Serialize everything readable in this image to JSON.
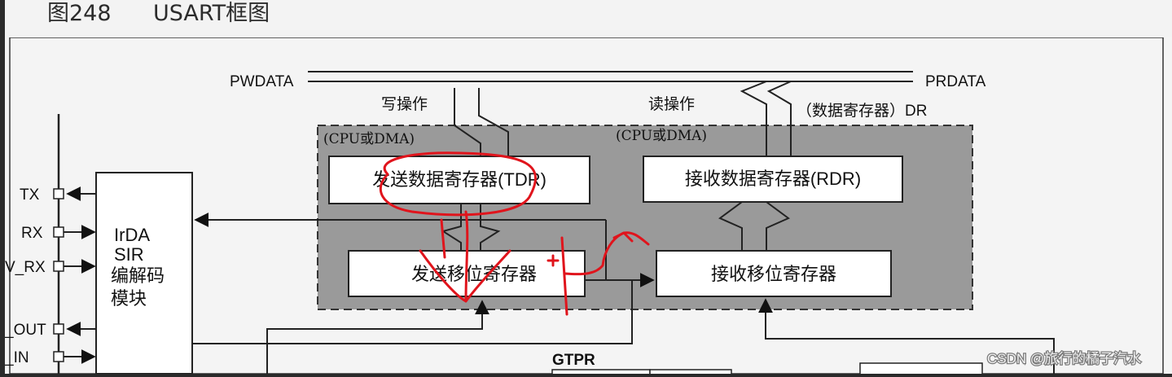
{
  "caption": {
    "figure_number": "图248",
    "figure_name": "USART框图"
  },
  "diagram": {
    "bus_in": "PWDATA",
    "bus_out": "PRDATA",
    "write_op": "写操作",
    "read_op": "读操作",
    "dr_label": "（数据寄存器）DR",
    "cpu_dma_left": "(CPU或DMA)",
    "cpu_dma_right": "(CPU或DMA)",
    "tdr": "发送数据寄存器(TDR)",
    "rdr": "接收数据寄存器(RDR)",
    "tx_shift": "发送移位寄存器",
    "rx_shift": "接收移位寄存器",
    "irda_lines": [
      "IrDA",
      "SIR",
      "编解码",
      "模块"
    ],
    "pins": [
      "TX",
      "RX",
      "V_RX",
      "_OUT",
      "_IN"
    ],
    "gtpr": "GTPR"
  },
  "watermark": "CSDN @旅行的橘子汽水",
  "colors": {
    "shaded_region": "#9a9a9a",
    "annotation": "#e0141c",
    "background": "#f4f4f4",
    "frame": "#2b2b2b"
  }
}
